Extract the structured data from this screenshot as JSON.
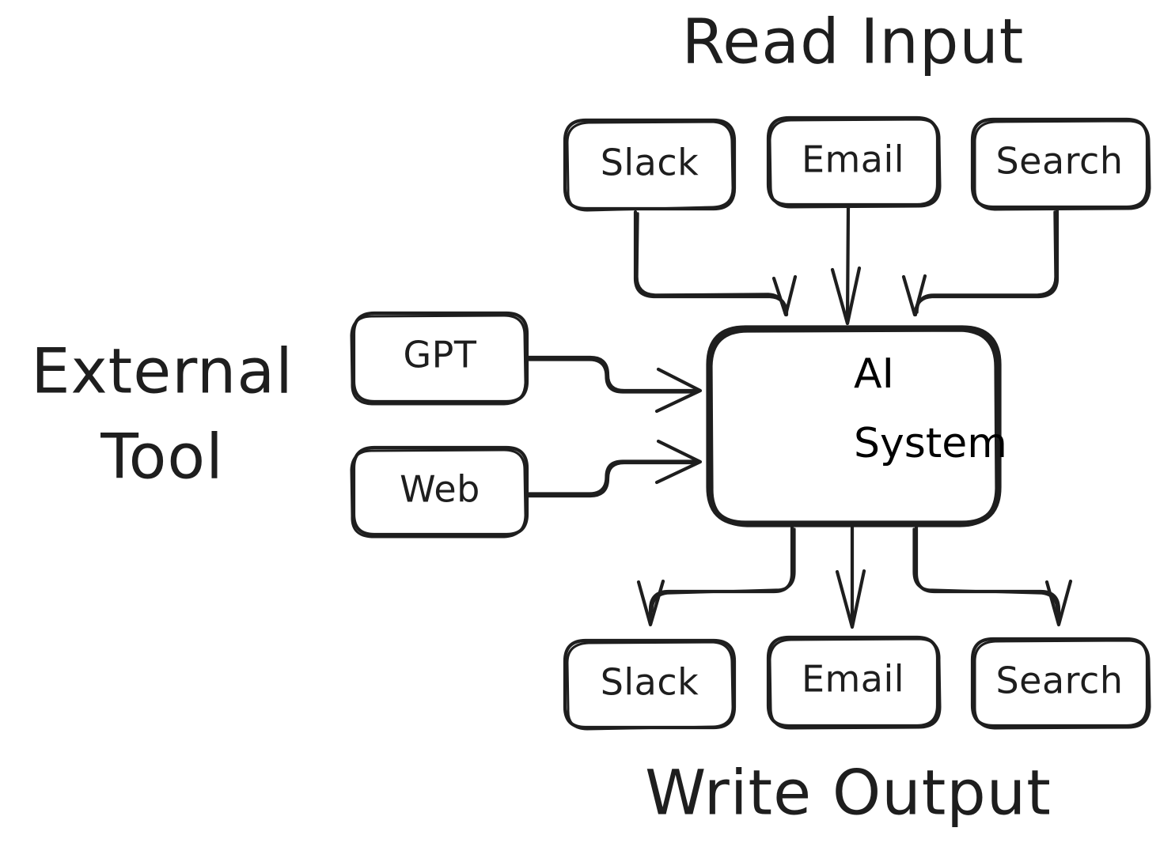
{
  "diagram": {
    "title_read_input": "Read Input",
    "title_write_output": "Write Output",
    "title_external_tool_line1": "External",
    "title_external_tool_line2": "Tool",
    "stroke_color": "#1e1e1e",
    "background_color": "#ffffff",
    "center": {
      "line1": "AI",
      "line2": "System"
    },
    "inputs": [
      {
        "label": "Slack"
      },
      {
        "label": "Email"
      },
      {
        "label": "Search"
      }
    ],
    "tools": [
      {
        "label": "GPT"
      },
      {
        "label": "Web"
      }
    ],
    "outputs": [
      {
        "label": "Slack"
      },
      {
        "label": "Email"
      },
      {
        "label": "Search"
      }
    ]
  }
}
